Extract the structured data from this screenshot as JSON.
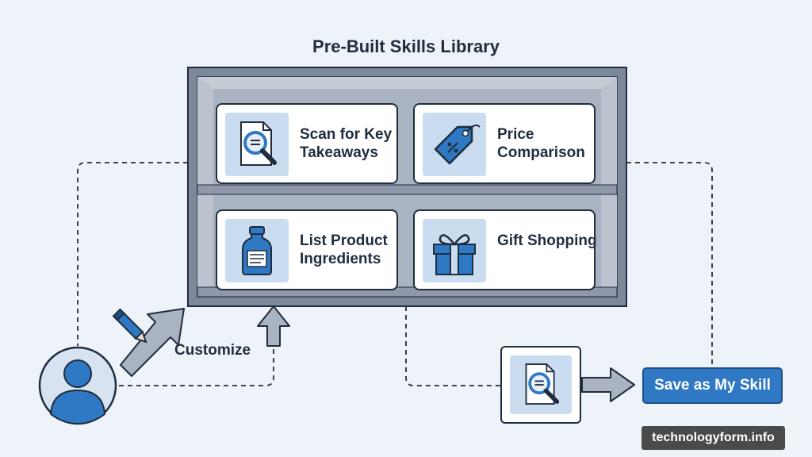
{
  "diagram": {
    "title": "Pre-Built Skills Library",
    "skills": [
      {
        "label": "Scan for Key Takeaways",
        "icon": "document-magnifier-icon"
      },
      {
        "label": "Price Comparison",
        "icon": "price-tag-icon"
      },
      {
        "label": "List Product Ingredients",
        "icon": "bottle-icon"
      },
      {
        "label": "Gift Shopping",
        "icon": "gift-box-icon"
      }
    ],
    "customize_label": "Customize",
    "save_label": "Save as My Skill",
    "watermark": "technologyform.info"
  },
  "colors": {
    "background": "#eef3f9",
    "accent_blue": "#2f78c4",
    "icon_bg": "#c9dcf0",
    "shelf_gray": "#7d889b",
    "outline": "#1f2d3d"
  }
}
